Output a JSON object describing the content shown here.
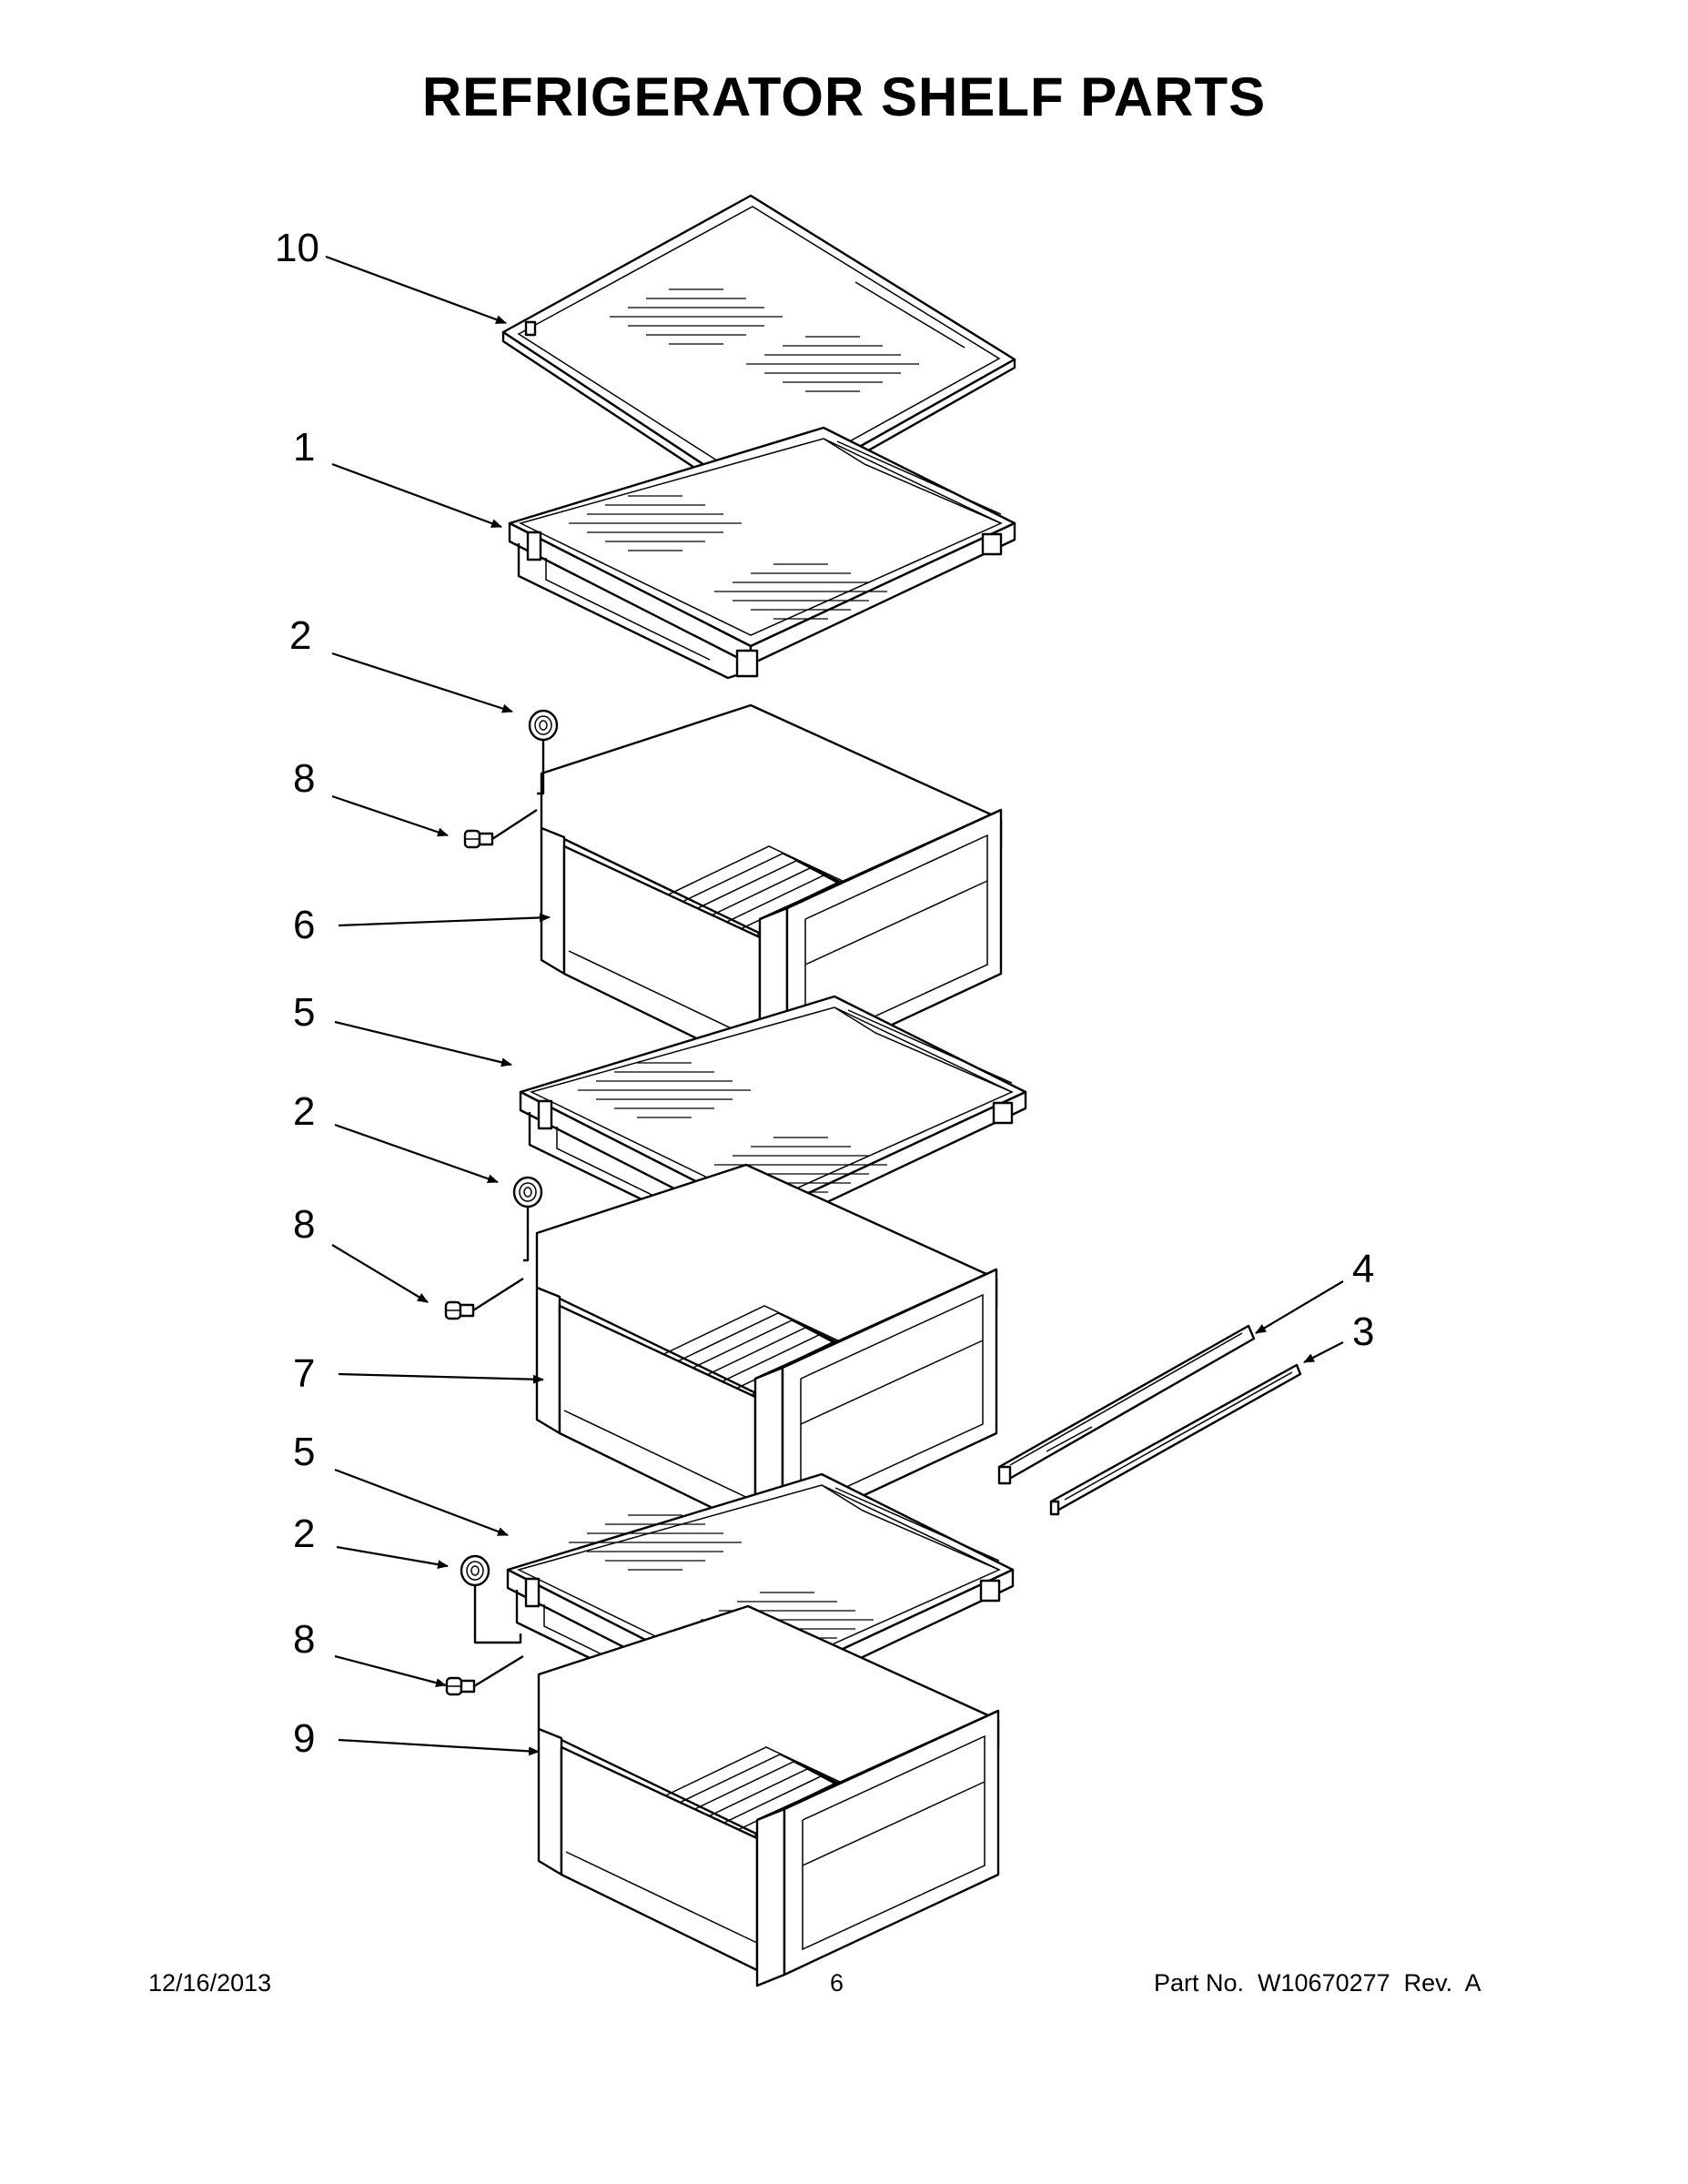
{
  "title": "REFRIGERATOR SHELF PARTS",
  "callouts": [
    {
      "id": "c-10a",
      "label": "10"
    },
    {
      "id": "c-1",
      "label": "1"
    },
    {
      "id": "c-2a",
      "label": "2"
    },
    {
      "id": "c-8a",
      "label": "8"
    },
    {
      "id": "c-6",
      "label": "6"
    },
    {
      "id": "c-5a",
      "label": "5"
    },
    {
      "id": "c-2b",
      "label": "2"
    },
    {
      "id": "c-8b",
      "label": "8"
    },
    {
      "id": "c-7",
      "label": "7"
    },
    {
      "id": "c-5b",
      "label": "5"
    },
    {
      "id": "c-2c",
      "label": "2"
    },
    {
      "id": "c-8c",
      "label": "8"
    },
    {
      "id": "c-9",
      "label": "9"
    },
    {
      "id": "c-4",
      "label": "4"
    },
    {
      "id": "c-3",
      "label": "3"
    }
  ],
  "footer": {
    "date": "12/16/2013",
    "page": "6",
    "part": "Part No.  W10670277  Rev.  A"
  }
}
